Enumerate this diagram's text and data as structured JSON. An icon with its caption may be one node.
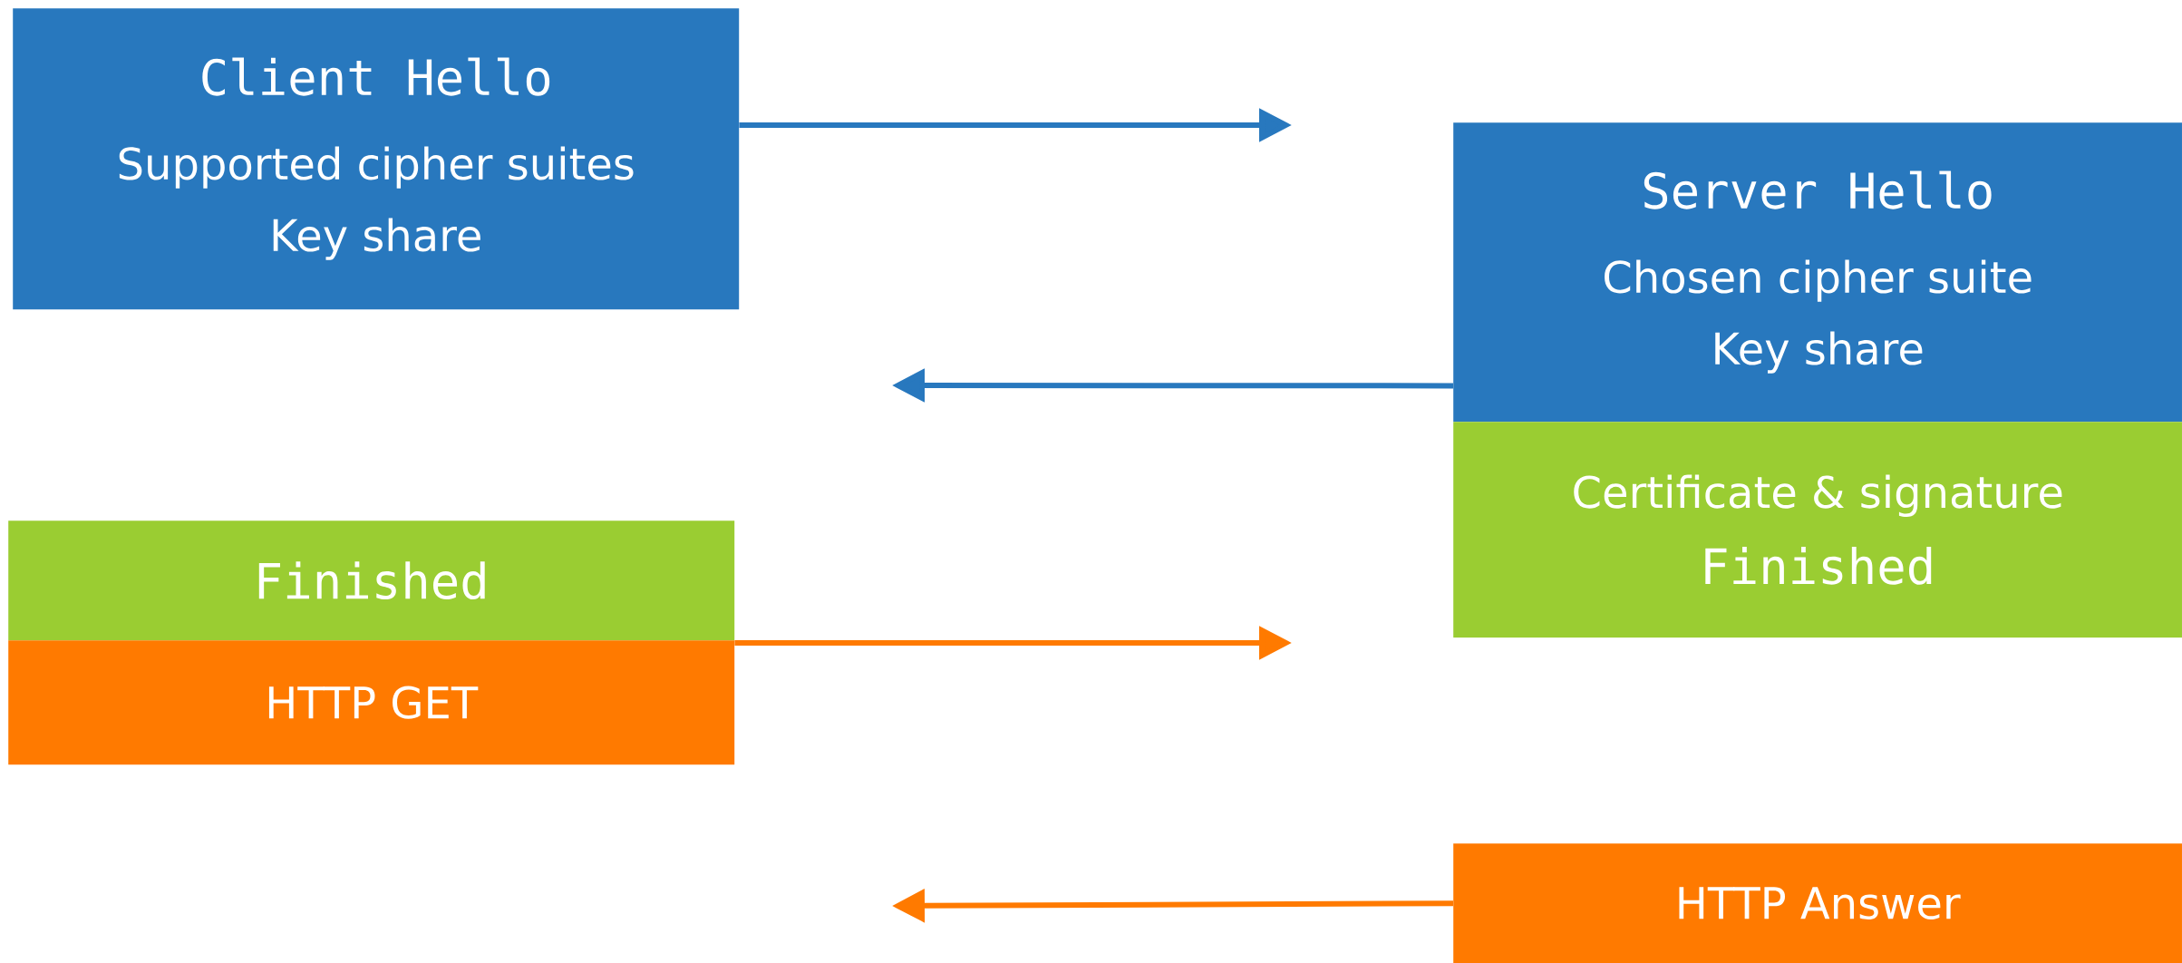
{
  "diagram": {
    "nodes": [
      {
        "text": [
          "Client Hello",
          "Supported cipher suites Key share"
        ]
      },
      {
        "text": [
          "Server Hello",
          "Chosen cipher suite Key share"
        ]
      },
      {
        "text": [
          "Certificate & signature",
          "Finished"
        ]
      },
      {
        "text": [
          "Finished"
        ]
      },
      {
        "text": [
          "HTTP GET"
        ]
      },
      {
        "text": [
          "HTTP Answer"
        ]
      }
    ],
    "edges": [
      {
        "from": 0,
        "to": null,
        "arrow": "to",
        "color": "#2878be"
      },
      {
        "from": 1,
        "to": null,
        "arrow": "to",
        "color": "#2878be"
      },
      {
        "from": 4,
        "to": null,
        "arrow": "to",
        "color": "#ff7a00"
      },
      {
        "from": 5,
        "to": null,
        "arrow": "to",
        "color": "#ff7a00"
      }
    ]
  }
}
